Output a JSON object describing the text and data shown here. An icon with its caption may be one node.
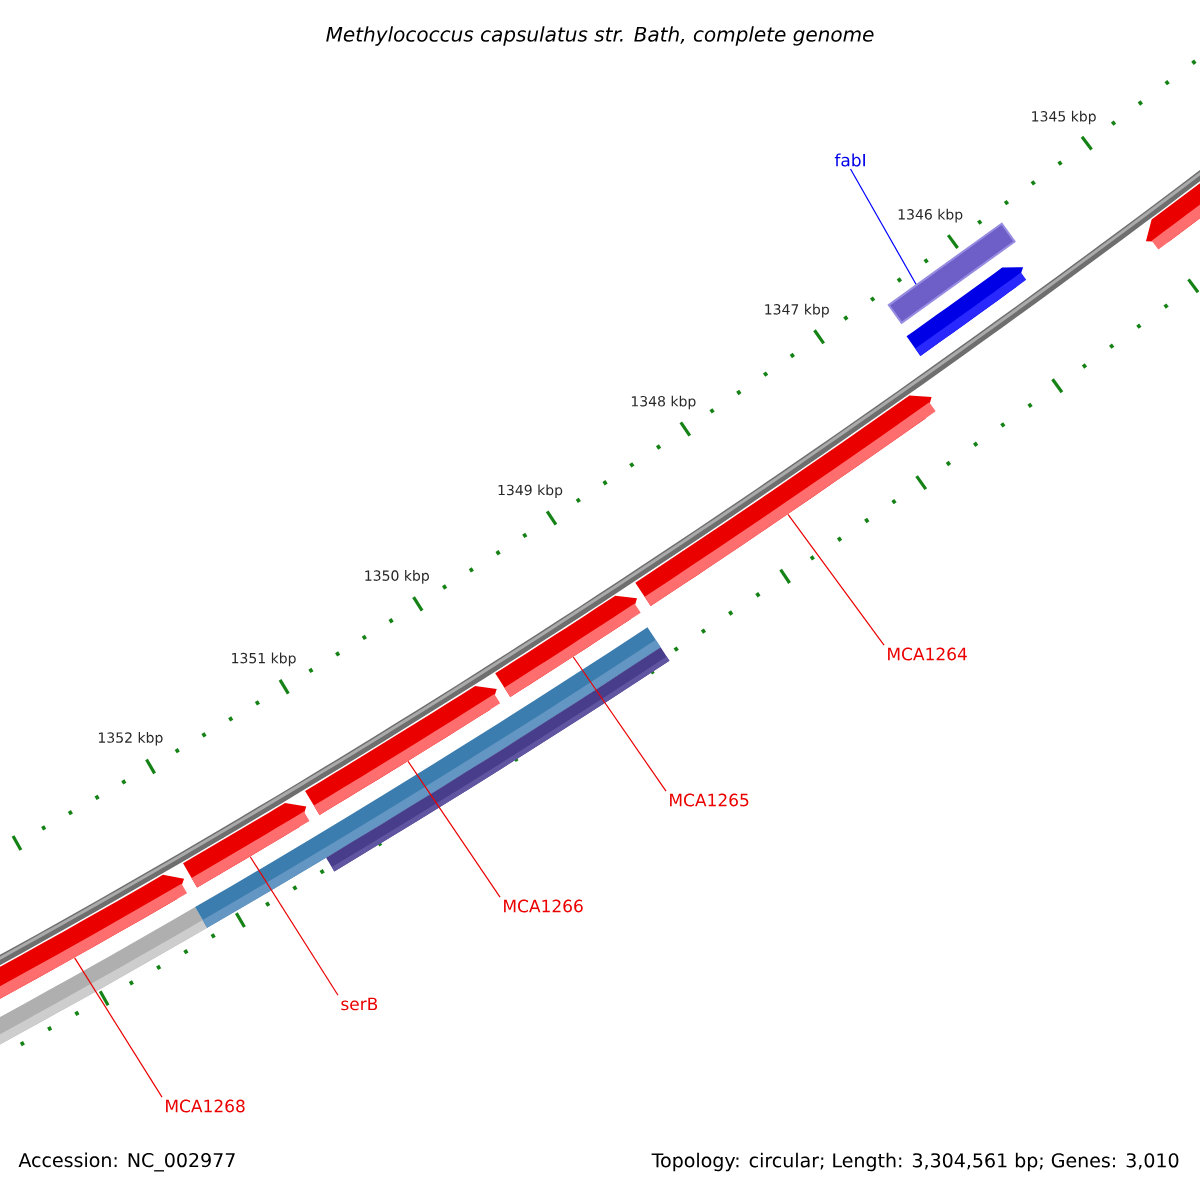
{
  "diagram": {
    "title": "Methylococcus capsulatus str. Bath, complete genome",
    "nodes": [
      {
        "text": [
          "fabI"
        ]
      },
      {
        "text": [],
        "shape": "bar"
      },
      {
        "text": [
          "MCA1264"
        ]
      },
      {
        "text": [
          "MCA1265"
        ]
      },
      {
        "text": [
          "MCA1266"
        ]
      },
      {
        "text": [
          "serB"
        ]
      },
      {
        "text": [
          "MCA1268"
        ]
      },
      {
        "text": [],
        "shape": "arrow"
      },
      {
        "text": [],
        "shape": "arrow"
      },
      {
        "text": [],
        "shape": "arrow"
      },
      {
        "text": [],
        "shape": "arrow"
      },
      {
        "text": [],
        "shape": "arrow"
      }
    ],
    "edges": [
      {
        "from": 0,
        "to": 1,
        "arrow": "none",
        "color": "#0000ff"
      },
      {
        "from": 2,
        "to": 11,
        "arrow": "none"
      },
      {
        "from": 3,
        "to": 10,
        "arrow": "none"
      },
      {
        "from": 4,
        "to": 9,
        "arrow": "none"
      },
      {
        "from": 5,
        "to": 8,
        "arrow": "none"
      },
      {
        "from": 6,
        "to": 7,
        "arrow": "none"
      }
    ],
    "labels": [
      "1345 kbp",
      "1346 kbp",
      "1347 kbp",
      "1348 kbp",
      "1349 kbp",
      "1350 kbp",
      "1351 kbp",
      "1352 kbp",
      "Accession: NC_002977",
      "Topology: circular; Length: 3,304,561 bp; Genes: 3,010"
    ]
  }
}
